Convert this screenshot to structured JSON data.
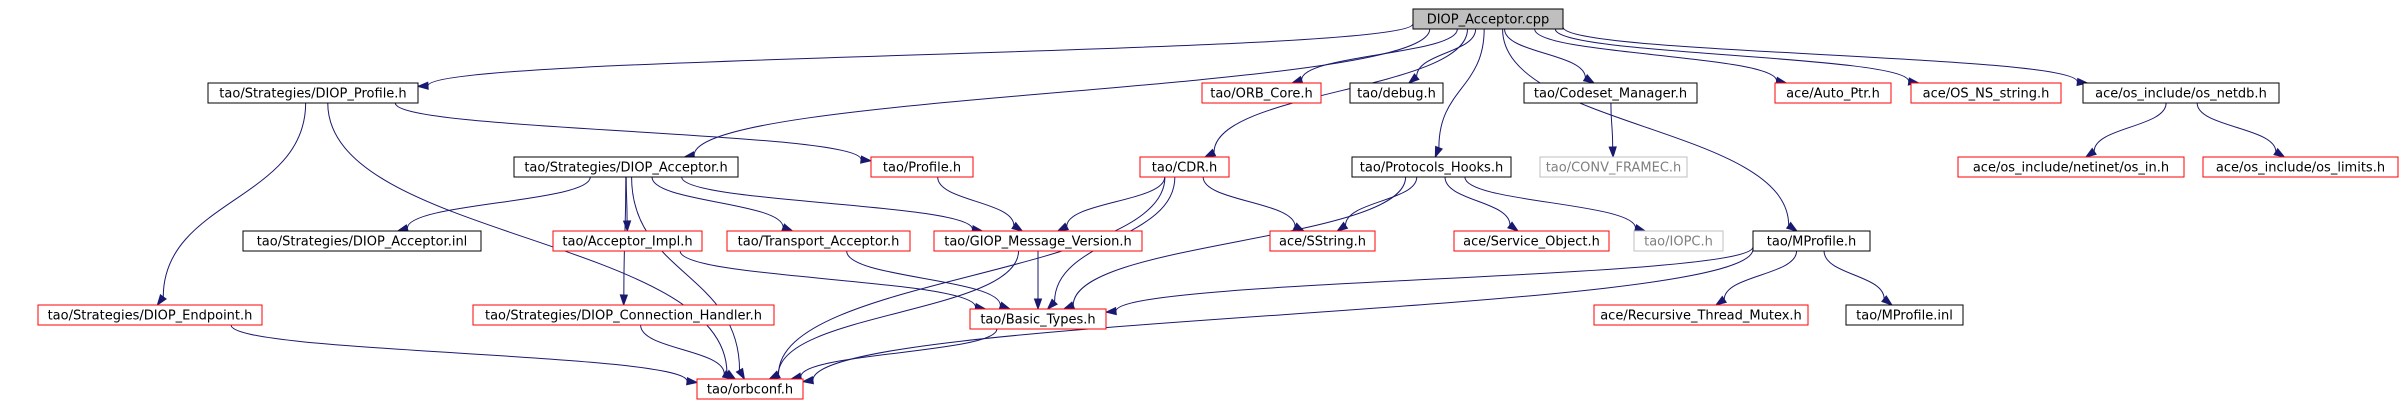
{
  "colors": {
    "edge": "#191970",
    "root_fill": "#bfbfbf",
    "black_border": "#000000",
    "red_border": "#ff0000",
    "grey_border": "#bfbfbf",
    "grey_text": "#7f7f7f"
  },
  "nodes": [
    {
      "id": "diop_acceptor_cpp",
      "label": "DIOP_Acceptor.cpp",
      "style": "root"
    },
    {
      "id": "diop_profile_h",
      "label": "tao/Strategies/DIOP_Profile.h",
      "style": "black"
    },
    {
      "id": "orb_core_h",
      "label": "tao/ORB_Core.h",
      "style": "red"
    },
    {
      "id": "debug_h",
      "label": "tao/debug.h",
      "style": "black"
    },
    {
      "id": "codeset_manager_h",
      "label": "tao/Codeset_Manager.h",
      "style": "black"
    },
    {
      "id": "auto_ptr_h",
      "label": "ace/Auto_Ptr.h",
      "style": "red"
    },
    {
      "id": "os_ns_string_h",
      "label": "ace/OS_NS_string.h",
      "style": "red"
    },
    {
      "id": "os_netdb_h",
      "label": "ace/os_include/os_netdb.h",
      "style": "black"
    },
    {
      "id": "conv_frame_h",
      "label": "tao/CONV_FRAMEC.h",
      "style": "grey"
    },
    {
      "id": "netinet_os_in_h",
      "label": "ace/os_include/netinet/os_in.h",
      "style": "red"
    },
    {
      "id": "os_limits_h",
      "label": "ace/os_include/os_limits.h",
      "style": "red"
    },
    {
      "id": "diop_acceptor_h",
      "label": "tao/Strategies/DIOP_Acceptor.h",
      "style": "black"
    },
    {
      "id": "profile_h",
      "label": "tao/Profile.h",
      "style": "red"
    },
    {
      "id": "cdr_h",
      "label": "tao/CDR.h",
      "style": "red"
    },
    {
      "id": "protocols_hooks_h",
      "label": "tao/Protocols_Hooks.h",
      "style": "black"
    },
    {
      "id": "diop_acceptor_inl",
      "label": "tao/Strategies/DIOP_Acceptor.inl",
      "style": "black"
    },
    {
      "id": "acceptor_impl_h",
      "label": "tao/Acceptor_Impl.h",
      "style": "red"
    },
    {
      "id": "transport_acceptor_h",
      "label": "tao/Transport_Acceptor.h",
      "style": "red"
    },
    {
      "id": "giop_message_version_h",
      "label": "tao/GIOP_Message_Version.h",
      "style": "red"
    },
    {
      "id": "sstring_h",
      "label": "ace/SString.h",
      "style": "red"
    },
    {
      "id": "service_object_h",
      "label": "ace/Service_Object.h",
      "style": "red"
    },
    {
      "id": "iopc_h",
      "label": "tao/IOPC.h",
      "style": "grey"
    },
    {
      "id": "mprofile_h",
      "label": "tao/MProfile.h",
      "style": "black"
    },
    {
      "id": "diop_endpoint_h",
      "label": "tao/Strategies/DIOP_Endpoint.h",
      "style": "red"
    },
    {
      "id": "diop_connection_handler_h",
      "label": "tao/Strategies/DIOP_Connection_Handler.h",
      "style": "red"
    },
    {
      "id": "basic_types_h",
      "label": "tao/Basic_Types.h",
      "style": "red"
    },
    {
      "id": "recursive_thread_mutex_h",
      "label": "ace/Recursive_Thread_Mutex.h",
      "style": "red"
    },
    {
      "id": "mprofile_inl",
      "label": "tao/MProfile.inl",
      "style": "black"
    },
    {
      "id": "orbconf_h",
      "label": "tao/orbconf.h",
      "style": "red"
    }
  ],
  "edges": [
    [
      "diop_acceptor_cpp",
      "diop_profile_h"
    ],
    [
      "diop_acceptor_cpp",
      "orb_core_h"
    ],
    [
      "diop_acceptor_cpp",
      "debug_h"
    ],
    [
      "diop_acceptor_cpp",
      "codeset_manager_h"
    ],
    [
      "diop_acceptor_cpp",
      "auto_ptr_h"
    ],
    [
      "diop_acceptor_cpp",
      "os_ns_string_h"
    ],
    [
      "diop_acceptor_cpp",
      "os_netdb_h"
    ],
    [
      "diop_acceptor_cpp",
      "diop_acceptor_h"
    ],
    [
      "diop_acceptor_cpp",
      "cdr_h"
    ],
    [
      "diop_acceptor_cpp",
      "protocols_hooks_h"
    ],
    [
      "diop_acceptor_cpp",
      "mprofile_h"
    ],
    [
      "diop_profile_h",
      "profile_h"
    ],
    [
      "diop_profile_h",
      "diop_endpoint_h"
    ],
    [
      "diop_profile_h",
      "orbconf_h"
    ],
    [
      "codeset_manager_h",
      "conv_frame_h"
    ],
    [
      "os_netdb_h",
      "netinet_os_in_h"
    ],
    [
      "os_netdb_h",
      "os_limits_h"
    ],
    [
      "diop_acceptor_h",
      "diop_acceptor_inl"
    ],
    [
      "diop_acceptor_h",
      "acceptor_impl_h"
    ],
    [
      "diop_acceptor_h",
      "transport_acceptor_h"
    ],
    [
      "diop_acceptor_h",
      "giop_message_version_h"
    ],
    [
      "diop_acceptor_h",
      "diop_connection_handler_h"
    ],
    [
      "diop_acceptor_h",
      "orbconf_h"
    ],
    [
      "profile_h",
      "giop_message_version_h"
    ],
    [
      "cdr_h",
      "giop_message_version_h"
    ],
    [
      "cdr_h",
      "sstring_h"
    ],
    [
      "cdr_h",
      "basic_types_h"
    ],
    [
      "cdr_h",
      "orbconf_h"
    ],
    [
      "protocols_hooks_h",
      "sstring_h"
    ],
    [
      "protocols_hooks_h",
      "service_object_h"
    ],
    [
      "protocols_hooks_h",
      "iopc_h"
    ],
    [
      "protocols_hooks_h",
      "basic_types_h"
    ],
    [
      "acceptor_impl_h",
      "basic_types_h"
    ],
    [
      "transport_acceptor_h",
      "basic_types_h"
    ],
    [
      "giop_message_version_h",
      "basic_types_h"
    ],
    [
      "giop_message_version_h",
      "orbconf_h"
    ],
    [
      "mprofile_h",
      "basic_types_h"
    ],
    [
      "mprofile_h",
      "recursive_thread_mutex_h"
    ],
    [
      "mprofile_h",
      "mprofile_inl"
    ],
    [
      "mprofile_h",
      "orbconf_h"
    ],
    [
      "diop_endpoint_h",
      "orbconf_h"
    ],
    [
      "diop_connection_handler_h",
      "orbconf_h"
    ],
    [
      "basic_types_h",
      "orbconf_h"
    ]
  ]
}
